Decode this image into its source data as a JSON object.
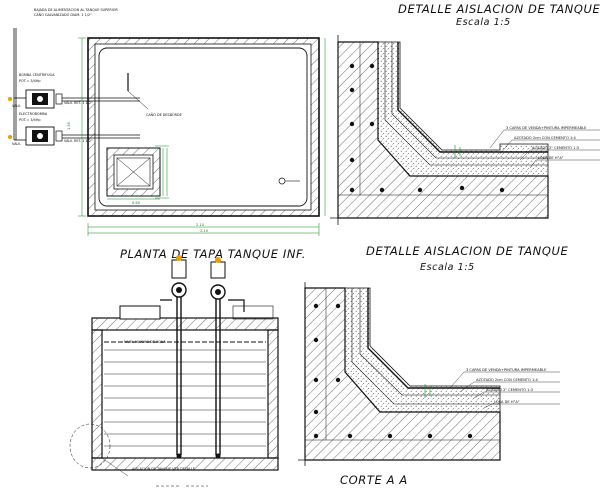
{
  "titles": {
    "top_plan": "PLANTA   DE   TAPA  TANQUE  INF.",
    "detail_top": "DETALLE  AISLACION  DE  TANQUE",
    "detail_top_scale": "Escala     1:5",
    "detail_bottom": "DETALLE  AISLACION  DE  TANQUE",
    "detail_bottom_scale": "Escala    1:5",
    "section": "CORTE      A  A"
  },
  "plan_labels": {
    "pipe_note": "BAJADA DE ALIMENTACION AL TANQUE SUPERIOR",
    "pipe_note_2": "CAÑO GALVANIZADO DIAM. 1 1/2\"",
    "pump_1": "BOMBA CENTRIFUGA",
    "pump_1_spec": "POT.= 3/4Hp",
    "pump_2": "ELECTROBOMBA",
    "pump_2_spec": "POT.= 3/4Hp",
    "valve_label": "VALV.",
    "check_valve": "VALV. RET. 1 1/2\"",
    "float_label": "CAÑO DE DESBORDE",
    "dim_1": "1.50",
    "dim_2": "0.60",
    "dim_3": "2.10"
  },
  "detail_labels": {
    "layer_1": "3 CAPAS DE VENDA+PINTURA IMPERMEABLE",
    "layer_2": "AZOTADO 2cm CON CEMENTO 1:4",
    "layer_3": "ALISADO 2\" CEMENTO 1:3",
    "layer_4": "LOSA DE H°A°"
  },
  "section_labels": {
    "water_level": "NIVEL MAXIMO DE AGUA",
    "insulation": "AISLACION DE TANQUE VER DETALLE"
  },
  "colors": {
    "line": "#111111",
    "dimension": "#0a8a14",
    "accent": "#e8a000",
    "hatch": "#444444"
  }
}
